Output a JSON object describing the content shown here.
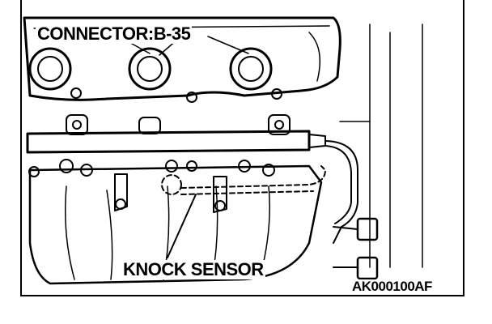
{
  "labels": {
    "connector": "CONNECTOR:B-35",
    "knock_sensor": "KNOCK SENSOR",
    "figure_code": "AK000100AF"
  }
}
